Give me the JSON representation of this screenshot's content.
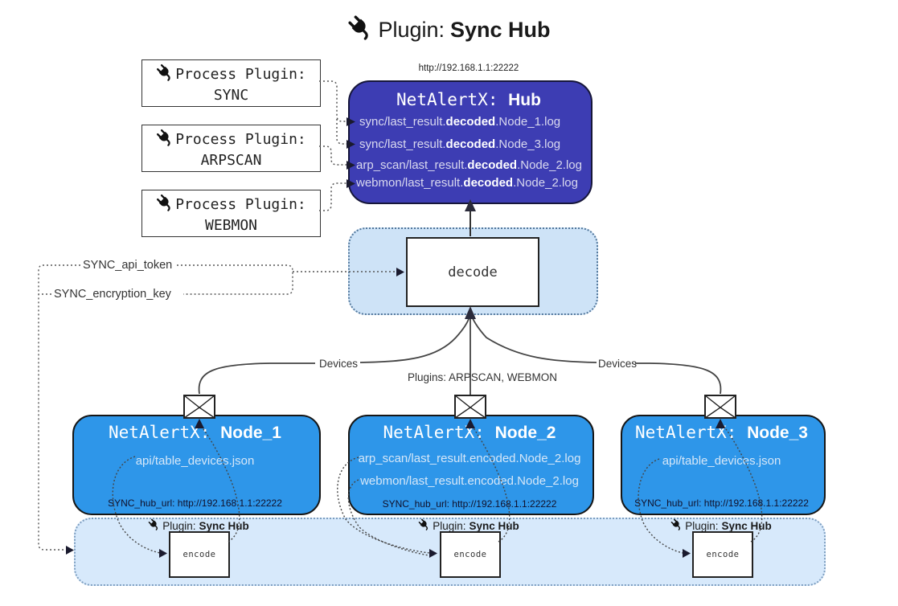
{
  "title": {
    "label": "Plugin:",
    "name": "Sync Hub"
  },
  "process_plugins": {
    "heading": "Process Plugin:",
    "items": [
      {
        "name": "SYNC"
      },
      {
        "name": "ARPSCAN"
      },
      {
        "name": "WEBMON"
      }
    ]
  },
  "hub": {
    "url": "http://192.168.1.1:22222",
    "title_prefix": "NetAlertX:",
    "title_name": "Hub",
    "logs": [
      {
        "pre": "sync/last_result.",
        "bold": "decoded",
        "post": ".Node_1.log"
      },
      {
        "pre": "sync/last_result.",
        "bold": "decoded",
        "post": ".Node_3.log"
      },
      {
        "pre": "arp_scan/last_result.",
        "bold": "decoded",
        "post": ".Node_2.log"
      },
      {
        "pre": "webmon/last_result.",
        "bold": "decoded",
        "post": ".Node_2.log"
      }
    ]
  },
  "decode_box": {
    "label": "decode"
  },
  "config": {
    "api_token_label": "SYNC_api_token",
    "encryption_key_label": "SYNC_encryption_key"
  },
  "flow_labels": {
    "devices_left": "Devices",
    "plugins_center": "Plugins: ARPSCAN, WEBMON",
    "devices_right": "Devices"
  },
  "nodes": [
    {
      "title_prefix": "NetAlertX:",
      "title_name": "Node_1",
      "files": [
        "api/table_devices.json"
      ],
      "hub_url": "SYNC_hub_url: http://192.168.1.1:22222"
    },
    {
      "title_prefix": "NetAlertX:",
      "title_name": "Node_2",
      "files": [
        "arp_scan/last_result.encoded.Node_2.log",
        "webmon/last_result.encoded.Node_2.log"
      ],
      "hub_url": "SYNC_hub_url: http://192.168.1.1:22222"
    },
    {
      "title_prefix": "NetAlertX:",
      "title_name": "Node_3",
      "files": [
        "api/table_devices.json"
      ],
      "hub_url": "SYNC_hub_url: http://192.168.1.1:22222"
    }
  ],
  "encoders": {
    "plugin_label": "Plugin:",
    "plugin_name": "Sync Hub",
    "box_label": "encode"
  },
  "colors": {
    "hub_fill": "#3D3DB3",
    "node_fill": "#2E96E9",
    "bar_panel_fill": "#D7E9FB",
    "decode_panel_fill": "#CEE3F7",
    "line": "#444444",
    "log_text": "#D9D9EF"
  }
}
